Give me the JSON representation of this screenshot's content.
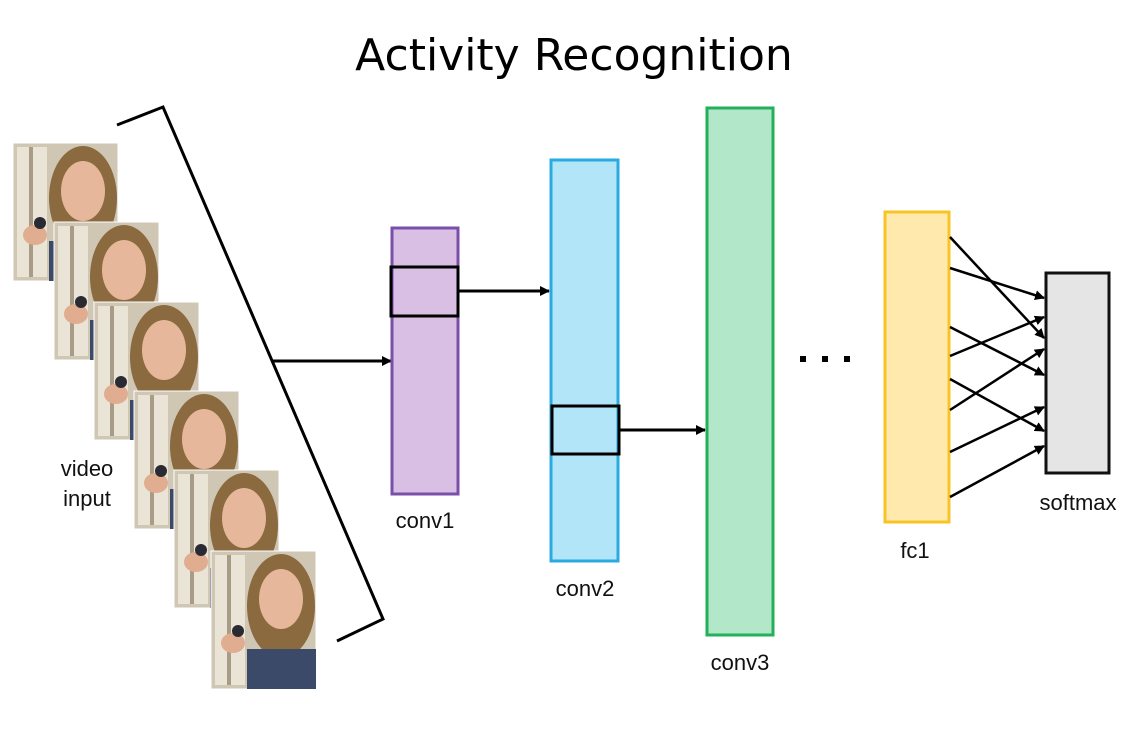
{
  "title": "Activity Recognition",
  "video_label_line1": "video",
  "video_label_line2": "input",
  "layers": {
    "conv1": "conv1",
    "conv2": "conv2",
    "conv3": "conv3",
    "fc1": "fc1",
    "softmax": "softmax"
  },
  "ellipsis": "...",
  "colors": {
    "conv1_fill": "#d8bfe3",
    "conv1_stroke": "#7b4fa8",
    "conv2_fill": "#b3e5f8",
    "conv2_stroke": "#29abe2",
    "conv3_fill": "#b2e7c9",
    "conv3_stroke": "#22b05a",
    "fc1_fill": "#ffe9ad",
    "fc1_stroke": "#f7c325",
    "softmax_fill": "#e5e5e5",
    "softmax_stroke": "#111111"
  },
  "frames_count": 6
}
